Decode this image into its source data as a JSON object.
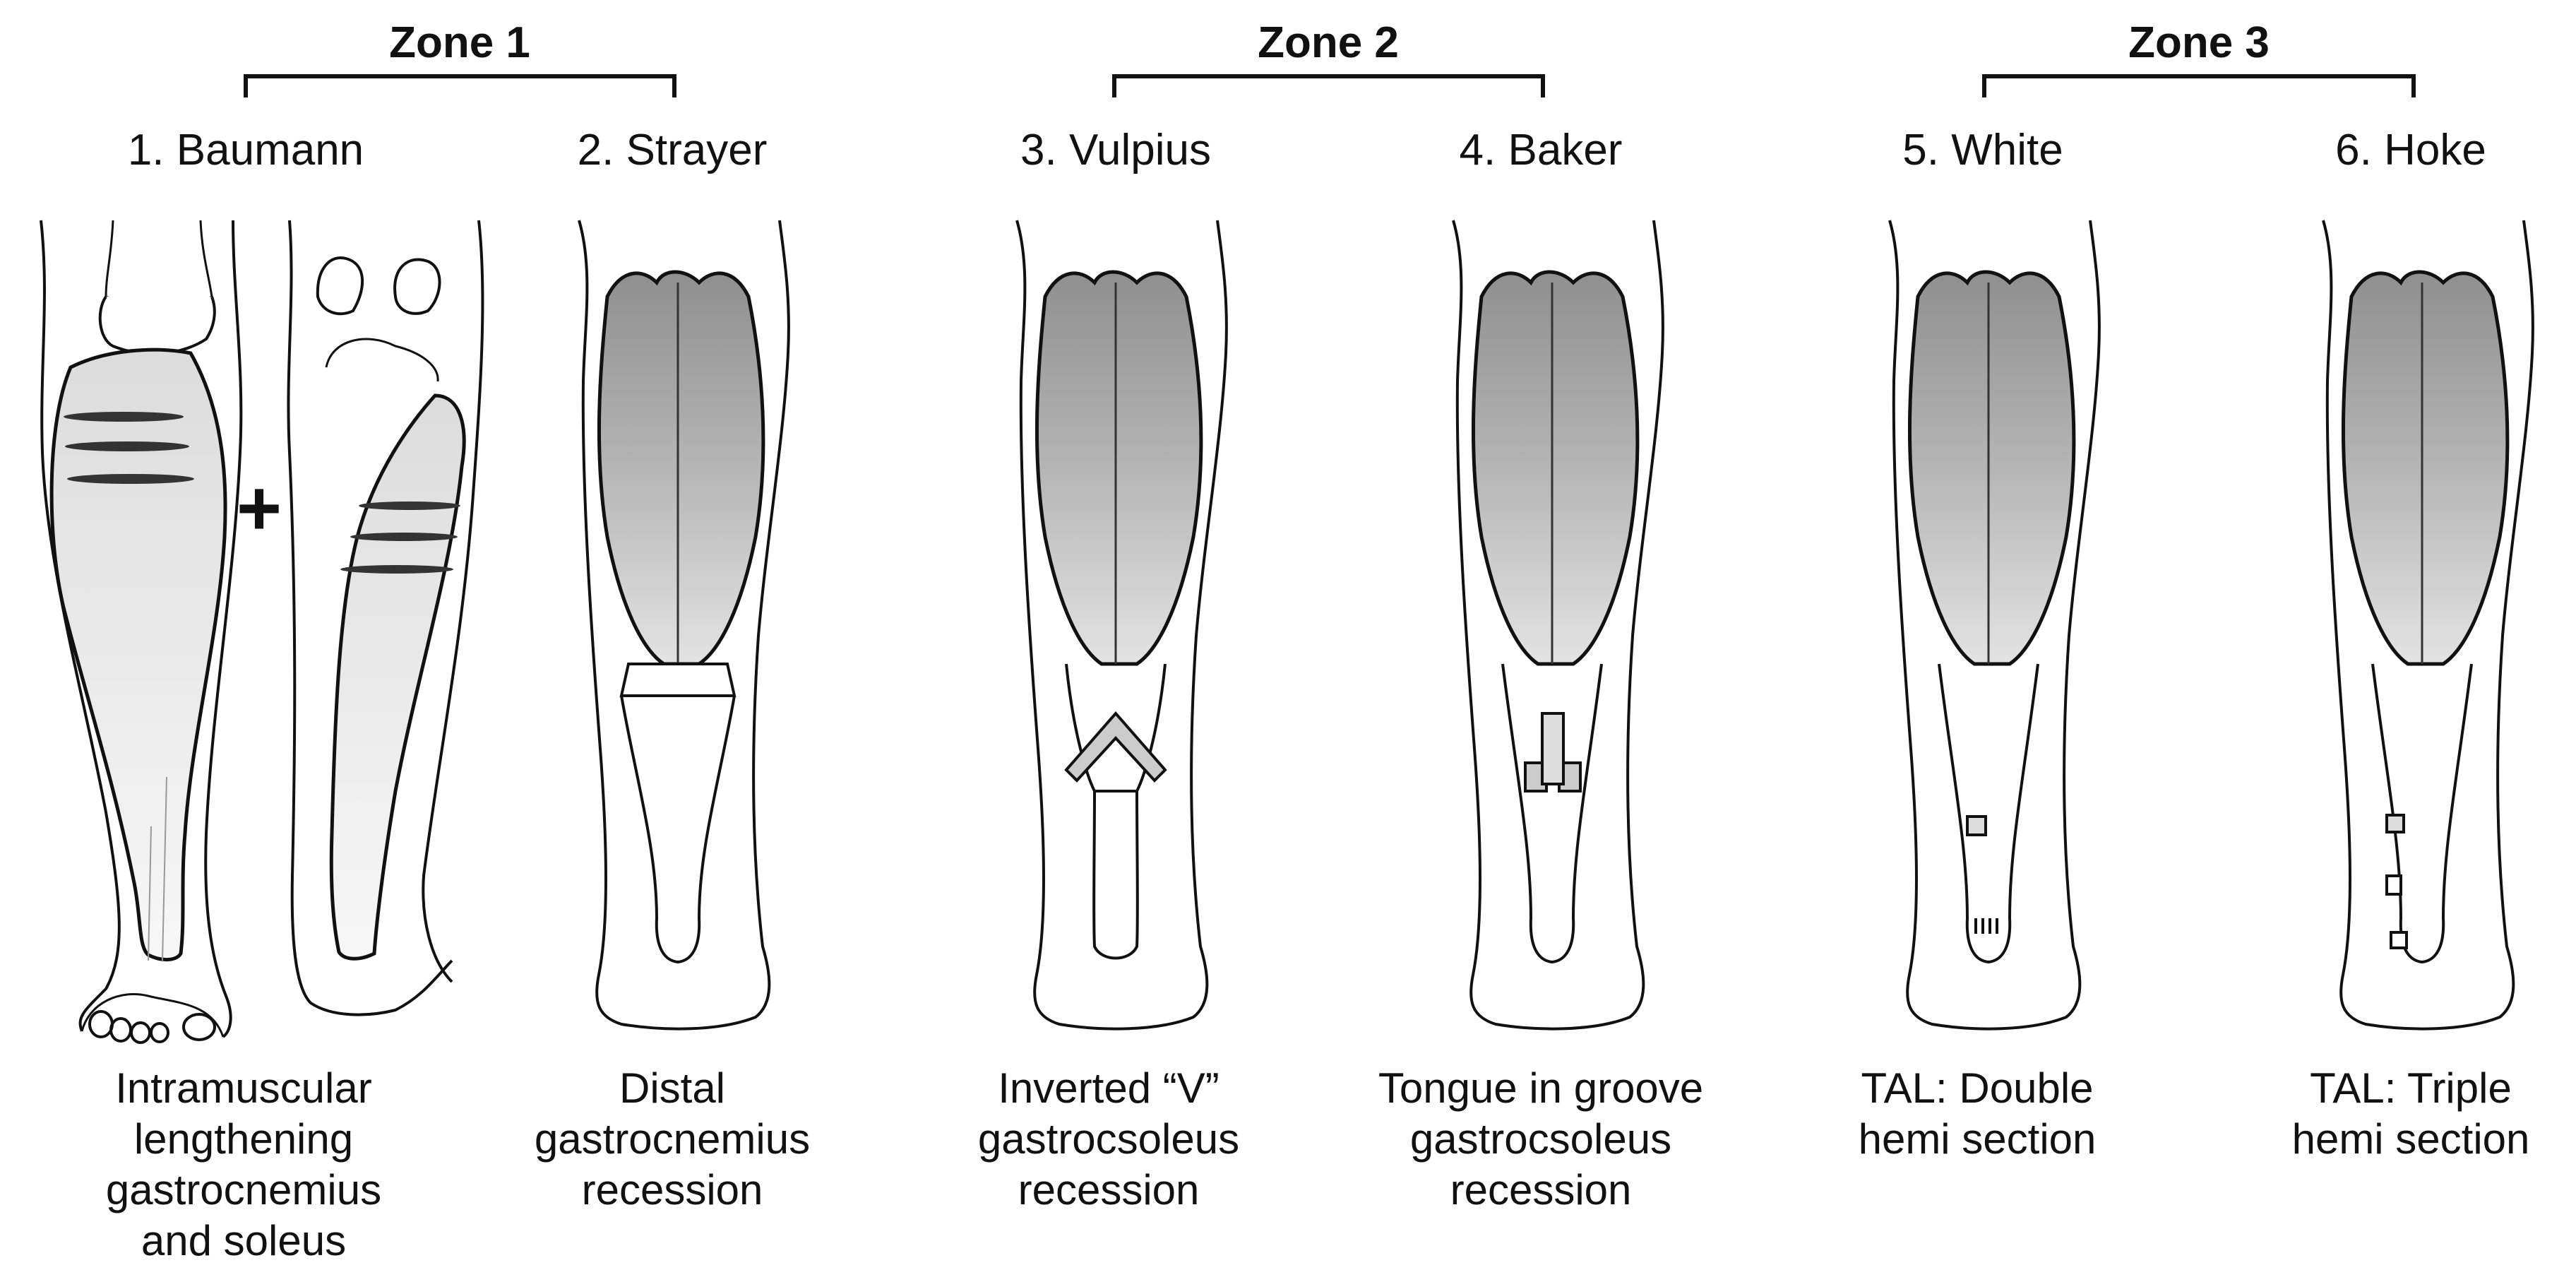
{
  "zones": [
    {
      "label": "Zone 1"
    },
    {
      "label": "Zone 2"
    },
    {
      "label": "Zone 3"
    }
  ],
  "procedures": [
    {
      "title": "1. Baumann",
      "caption": "Intramuscular\nlengthening\ngastrocnemius\nand soleus"
    },
    {
      "title": "2. Strayer",
      "caption": "Distal\ngastrocnemius\nrecession"
    },
    {
      "title": "3. Vulpius",
      "caption": "Inverted “V”\ngastrocsoleus\nrecession"
    },
    {
      "title": "4. Baker",
      "caption": "Tongue in groove\ngastrocsoleus\nrecession"
    },
    {
      "title": "5. White",
      "caption": "TAL: Double\nhemi section"
    },
    {
      "title": "6. Hoke",
      "caption": "TAL: Triple\nhemi section"
    }
  ],
  "plus_symbol": "+",
  "colors": {
    "line": "#111111",
    "muscle_fill": "#bdbdbd",
    "muscle_light": "#e6e6e6",
    "tendon_fill": "#ffffff"
  }
}
